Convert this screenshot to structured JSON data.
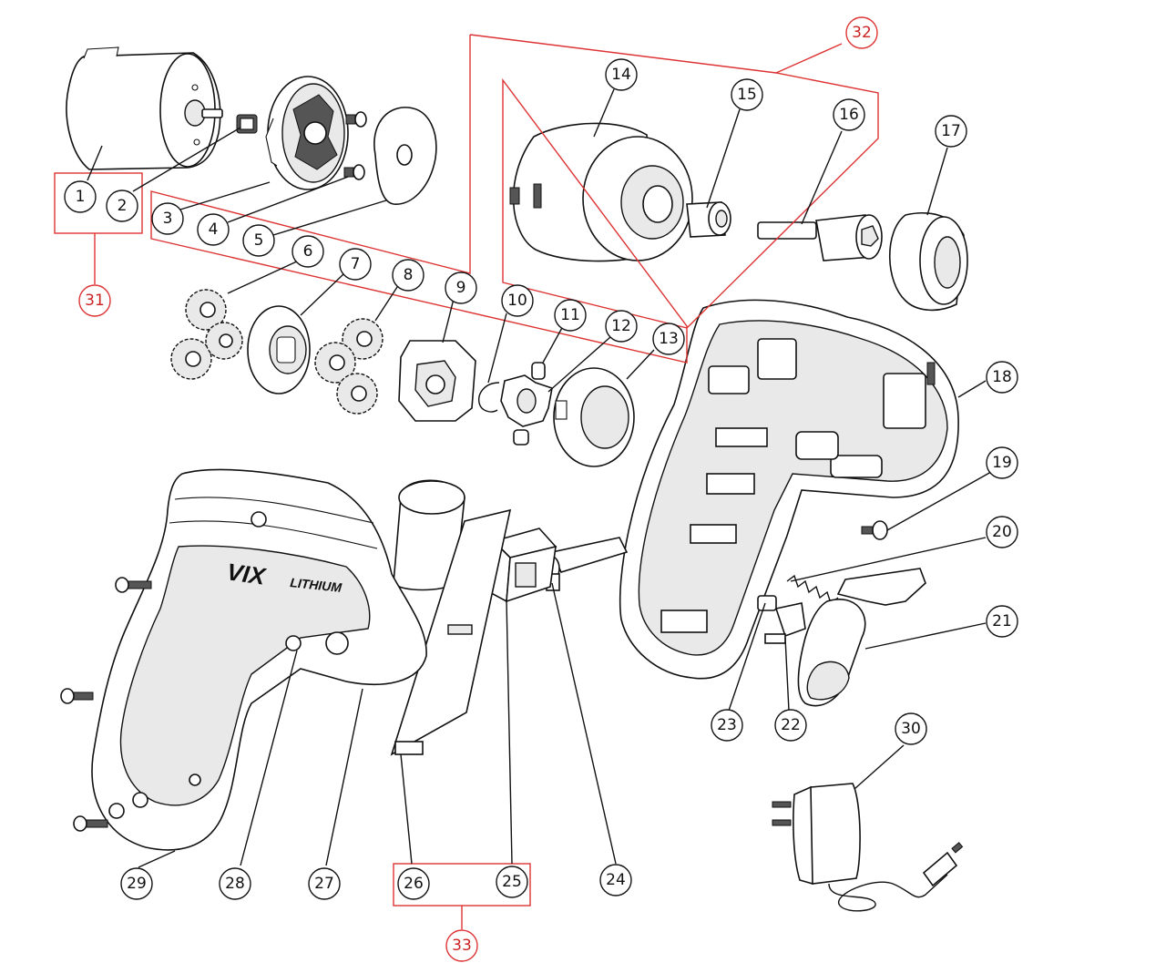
{
  "diagram": {
    "brand_mark": "VIX",
    "brand_subtitle": "LITHIUM",
    "part_callouts": [
      "1",
      "2",
      "3",
      "4",
      "5",
      "6",
      "7",
      "8",
      "9",
      "10",
      "11",
      "12",
      "13",
      "14",
      "15",
      "16",
      "17",
      "18",
      "19",
      "20",
      "21",
      "22",
      "23",
      "24",
      "25",
      "26",
      "27",
      "28",
      "29",
      "30"
    ],
    "group_callouts": [
      "31",
      "32",
      "33"
    ]
  }
}
